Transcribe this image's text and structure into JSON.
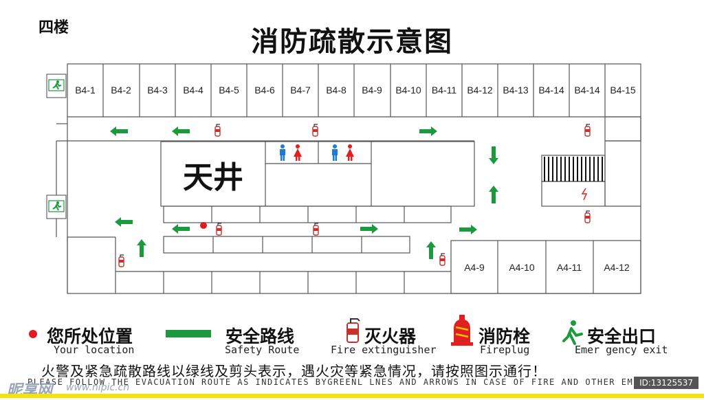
{
  "floor_label": "四楼",
  "title": "消防疏散示意图",
  "rooms_top": [
    "B4-1",
    "B4-2",
    "B4-3",
    "B4-4",
    "B4-5",
    "B4-6",
    "B4-7",
    "B4-8",
    "B4-9",
    "B4-10",
    "B4-11",
    "B4-12",
    "B4-13",
    "B4-14",
    "B4-14",
    "B4-15"
  ],
  "rooms_bottom": [
    "A4-9",
    "A4-10",
    "A4-11",
    "A4-12"
  ],
  "atrium_label": "天井",
  "legend": {
    "location_cn": "您所处位置",
    "location_en": "Your location",
    "route_cn": "安全路线",
    "route_en": "Safety Route",
    "extinguisher_cn": "灭火器",
    "extinguisher_en": "Fire extinguisher",
    "hydrant_cn": "消防栓",
    "hydrant_en": "Fireplug",
    "exit_cn": "安全出口",
    "exit_en": "Emer gency exit"
  },
  "notice_cn": "火警及紧急疏散路线以绿线及剪头表示，遇火灾等紧急情况，请按照图示通行！",
  "notice_en": "PLEASE FOLLOW THE EVACUATION ROUTE AS INDICATES BYGREENL LNES AND ARROWS IN CASE OF FIRE AND OTHER EMERGENCIES",
  "watermark": "昵享网",
  "watermark_url": "www.nipic.cn",
  "watermark_id": "ID:13125537",
  "colors": {
    "route": "#1a9a3c",
    "location": "#e01b24",
    "extinguisher": "#c9302c",
    "male": "#1e7bd6",
    "female": "#e02020"
  },
  "icons": [
    "exit-sign-icon",
    "fire-extinguisher-icon",
    "hydrant-icon",
    "male-toilet-icon",
    "female-toilet-icon",
    "stairs-icon"
  ]
}
